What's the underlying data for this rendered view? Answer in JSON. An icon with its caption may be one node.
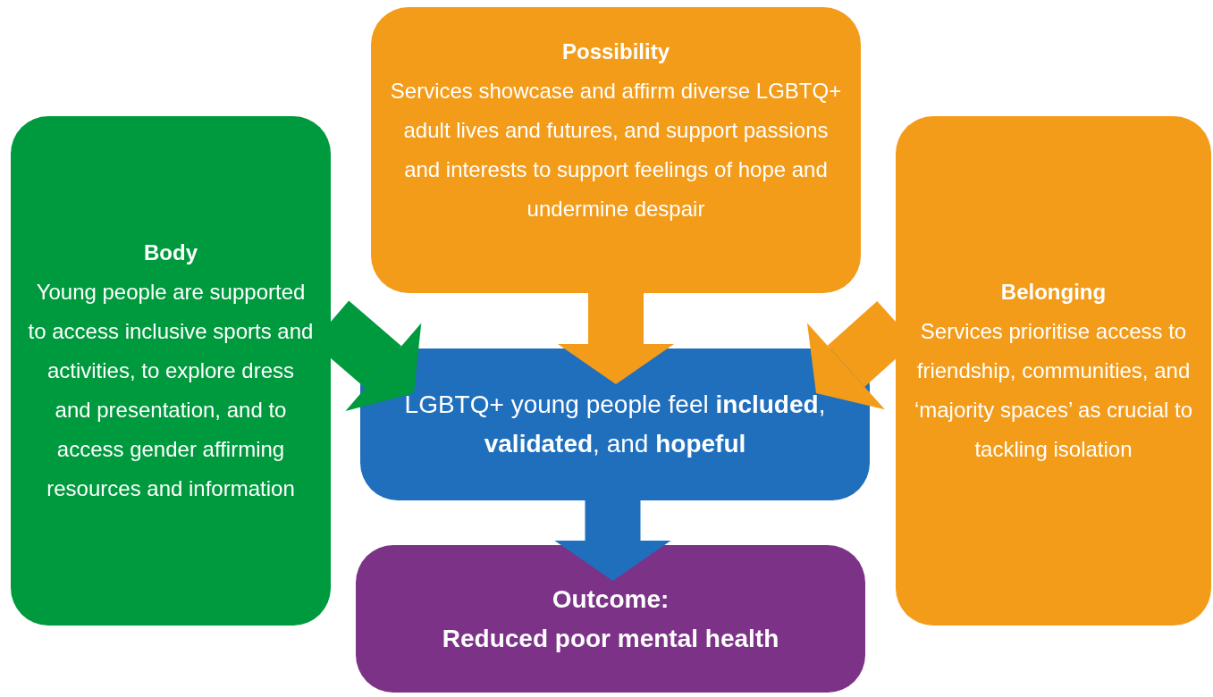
{
  "diagram": {
    "nodes": [
      {
        "text": [
          "Possibility",
          "Services showcase and affirm diverse LGBTQ+ adult lives and futures, and support passions and interests to support feelings of hope and undermine despair"
        ]
      },
      {
        "text": [
          "Body",
          "Young people are supported to access inclusive sports and activities, to explore dress and presentation, and to access gender affirming resources and information"
        ]
      },
      {
        "text": [
          "Belonging",
          "Services prioritise access to friendship, communities, and ‘majority spaces’ as crucial to tackling isolation"
        ]
      },
      {
        "text": [
          "LGBTQ+ young people feel **included**, **validated**, and **hopeful**"
        ]
      },
      {
        "text": [
          "Outcome:",
          "Reduced poor mental health"
        ]
      }
    ],
    "edges": [
      {
        "from": 0,
        "to": 3,
        "arrow": "to",
        "color": "#f39c1a"
      },
      {
        "from": 1,
        "to": 3,
        "arrow": "to",
        "color": "#009a3e"
      },
      {
        "from": 2,
        "to": 3,
        "arrow": "to",
        "color": "#f39c1a"
      },
      {
        "from": 3,
        "to": 4,
        "arrow": "to",
        "color": "#1f6fbd"
      }
    ]
  }
}
